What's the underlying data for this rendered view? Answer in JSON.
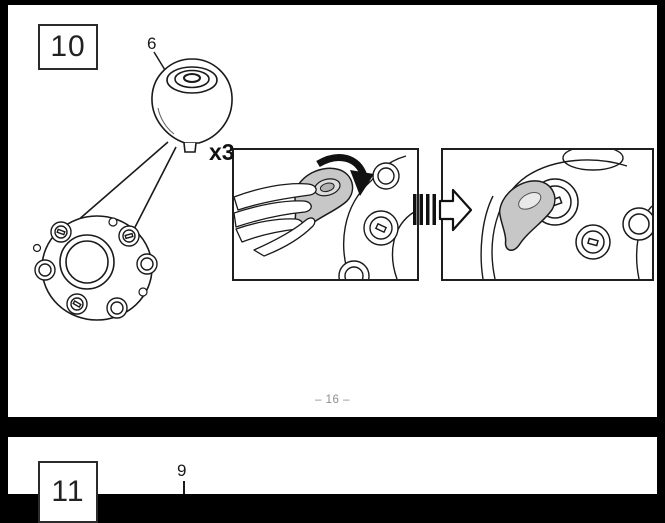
{
  "doc": {
    "steps": {
      "current": "10",
      "next": "11"
    },
    "labels": {
      "part_top": "6",
      "part_bottom": "9",
      "multiplier": "x3"
    },
    "footer": {
      "page_number": "– 16 –"
    },
    "colors": {
      "line": "#1a1a1a",
      "part_fill": "#c7c7c7",
      "page_bg": "#ffffff",
      "frame_bg": "#000000",
      "footer_text": "#8d8d8d"
    },
    "icons": {
      "transfer_arrow": "striped-right-block-arrow",
      "press_arrow": "curved-clockwise-press-arrow"
    }
  }
}
